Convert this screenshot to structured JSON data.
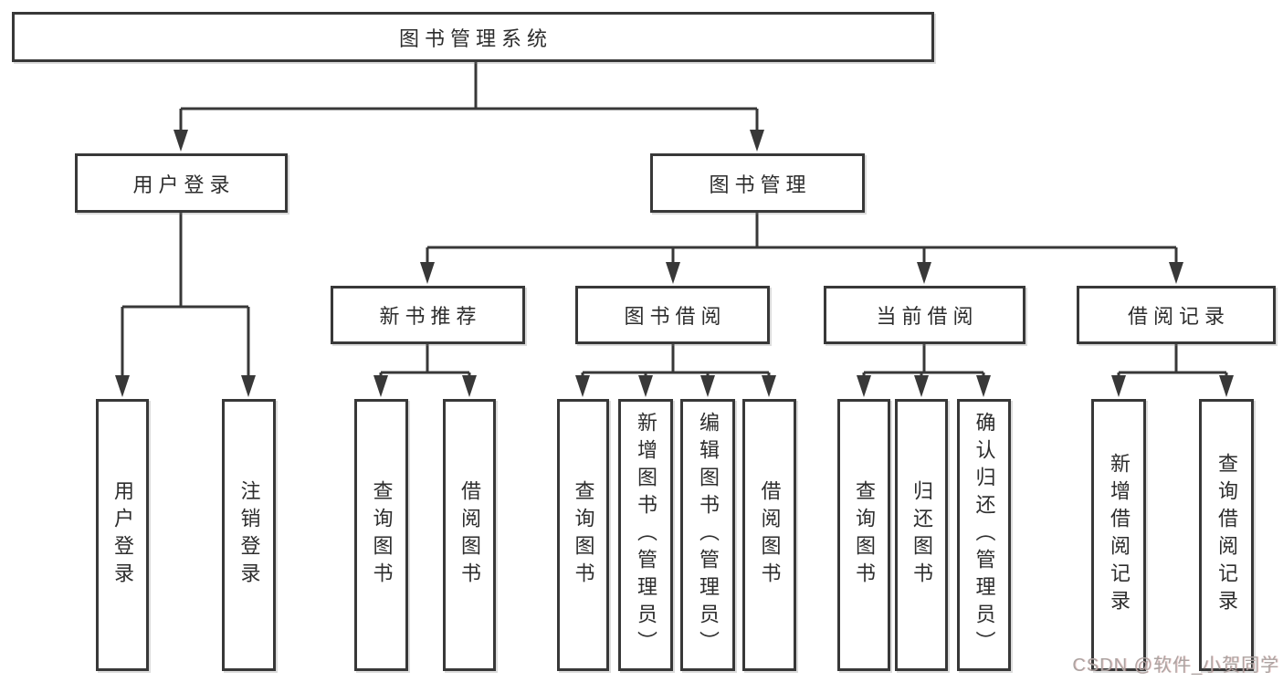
{
  "colors": {
    "line": "#383838",
    "box_border": "#383838",
    "box_background": "#ffffff",
    "text": "#2d2d2d",
    "watermark": "#aca4a2",
    "background": "#ffffff"
  },
  "diagram": {
    "root": {
      "label": "图书管理系统"
    },
    "level2": {
      "user_login": {
        "label": "用户登录"
      },
      "book_management": {
        "label": "图书管理"
      }
    },
    "level3": {
      "new_book_recommend": {
        "label": "新书推荐",
        "parent": "图书管理"
      },
      "book_borrowing": {
        "label": "图书借阅",
        "parent": "图书管理"
      },
      "current_borrowing": {
        "label": "当前借阅",
        "parent": "图书管理"
      },
      "borrowing_records": {
        "label": "借阅记录",
        "parent": "图书管理"
      }
    },
    "leaves": [
      {
        "label": "用户登录",
        "parent": "用户登录"
      },
      {
        "label": "注销登录",
        "parent": "用户登录"
      },
      {
        "label": "查询图书",
        "parent": "新书推荐"
      },
      {
        "label": "借阅图书",
        "parent": "新书推荐"
      },
      {
        "label": "查询图书",
        "parent": "图书借阅"
      },
      {
        "label": "新增图书（管理员）",
        "parent": "图书借阅"
      },
      {
        "label": "编辑图书（管理员）",
        "parent": "图书借阅"
      },
      {
        "label": "借阅图书",
        "parent": "图书借阅"
      },
      {
        "label": "查询图书",
        "parent": "当前借阅"
      },
      {
        "label": "归还图书",
        "parent": "当前借阅"
      },
      {
        "label": "确认归还（管理员）",
        "parent": "当前借阅"
      },
      {
        "label": "新增借阅记录",
        "parent": "借阅记录"
      },
      {
        "label": "查询借阅记录",
        "parent": "借阅记录"
      }
    ]
  },
  "watermark": {
    "text": "CSDN @软件_小贺同学"
  }
}
